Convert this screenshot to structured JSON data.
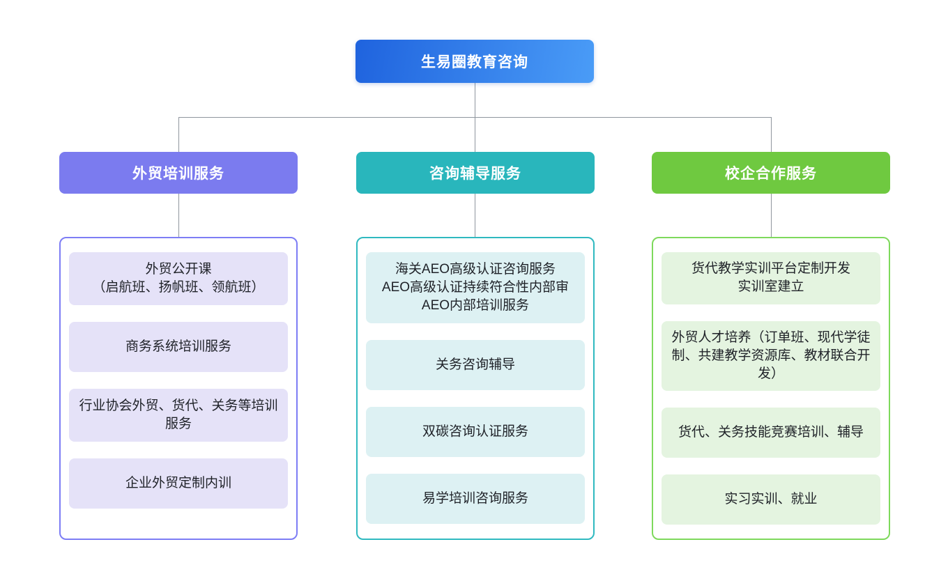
{
  "colors": {
    "background": "#ffffff",
    "connector": "#8f969e"
  },
  "root": {
    "label": "生易圈教育咨询",
    "gradient_from": "#1f63de",
    "gradient_to": "#4a9cf7",
    "text_color": "#ffffff"
  },
  "branches": [
    {
      "label": "外贸培训服务",
      "header_bg": "#7b7bef",
      "border_color": "#7d7df5",
      "item_bg": "#e5e2f8",
      "items": [
        "外贸公开课\n（启航班、扬帆班、领航班）",
        "商务系统培训服务",
        "行业协会外贸、货代、关务等培训服务",
        "企业外贸定制内训"
      ]
    },
    {
      "label": "咨询辅导服务",
      "header_bg": "#29b6bc",
      "border_color": "#2fb9c0",
      "item_bg": "#ddf1f3",
      "items": [
        "海关AEO高级认证咨询服务\nAEO高级认证持续符合性内部审\nAEO内部培训服务",
        "关务咨询辅导",
        "双碳咨询认证服务",
        "易学培训咨询服务"
      ]
    },
    {
      "label": "校企合作服务",
      "header_bg": "#6fc940",
      "border_color": "#7ed95c",
      "item_bg": "#e4f4e0",
      "items": [
        "货代教学实训平台定制开发\n实训室建立",
        "外贸人才培养（订单班、现代学徒制、共建教学资源库、教材联合开发）",
        "货代、关务技能竞赛培训、辅导",
        "实习实训、就业"
      ]
    }
  ]
}
